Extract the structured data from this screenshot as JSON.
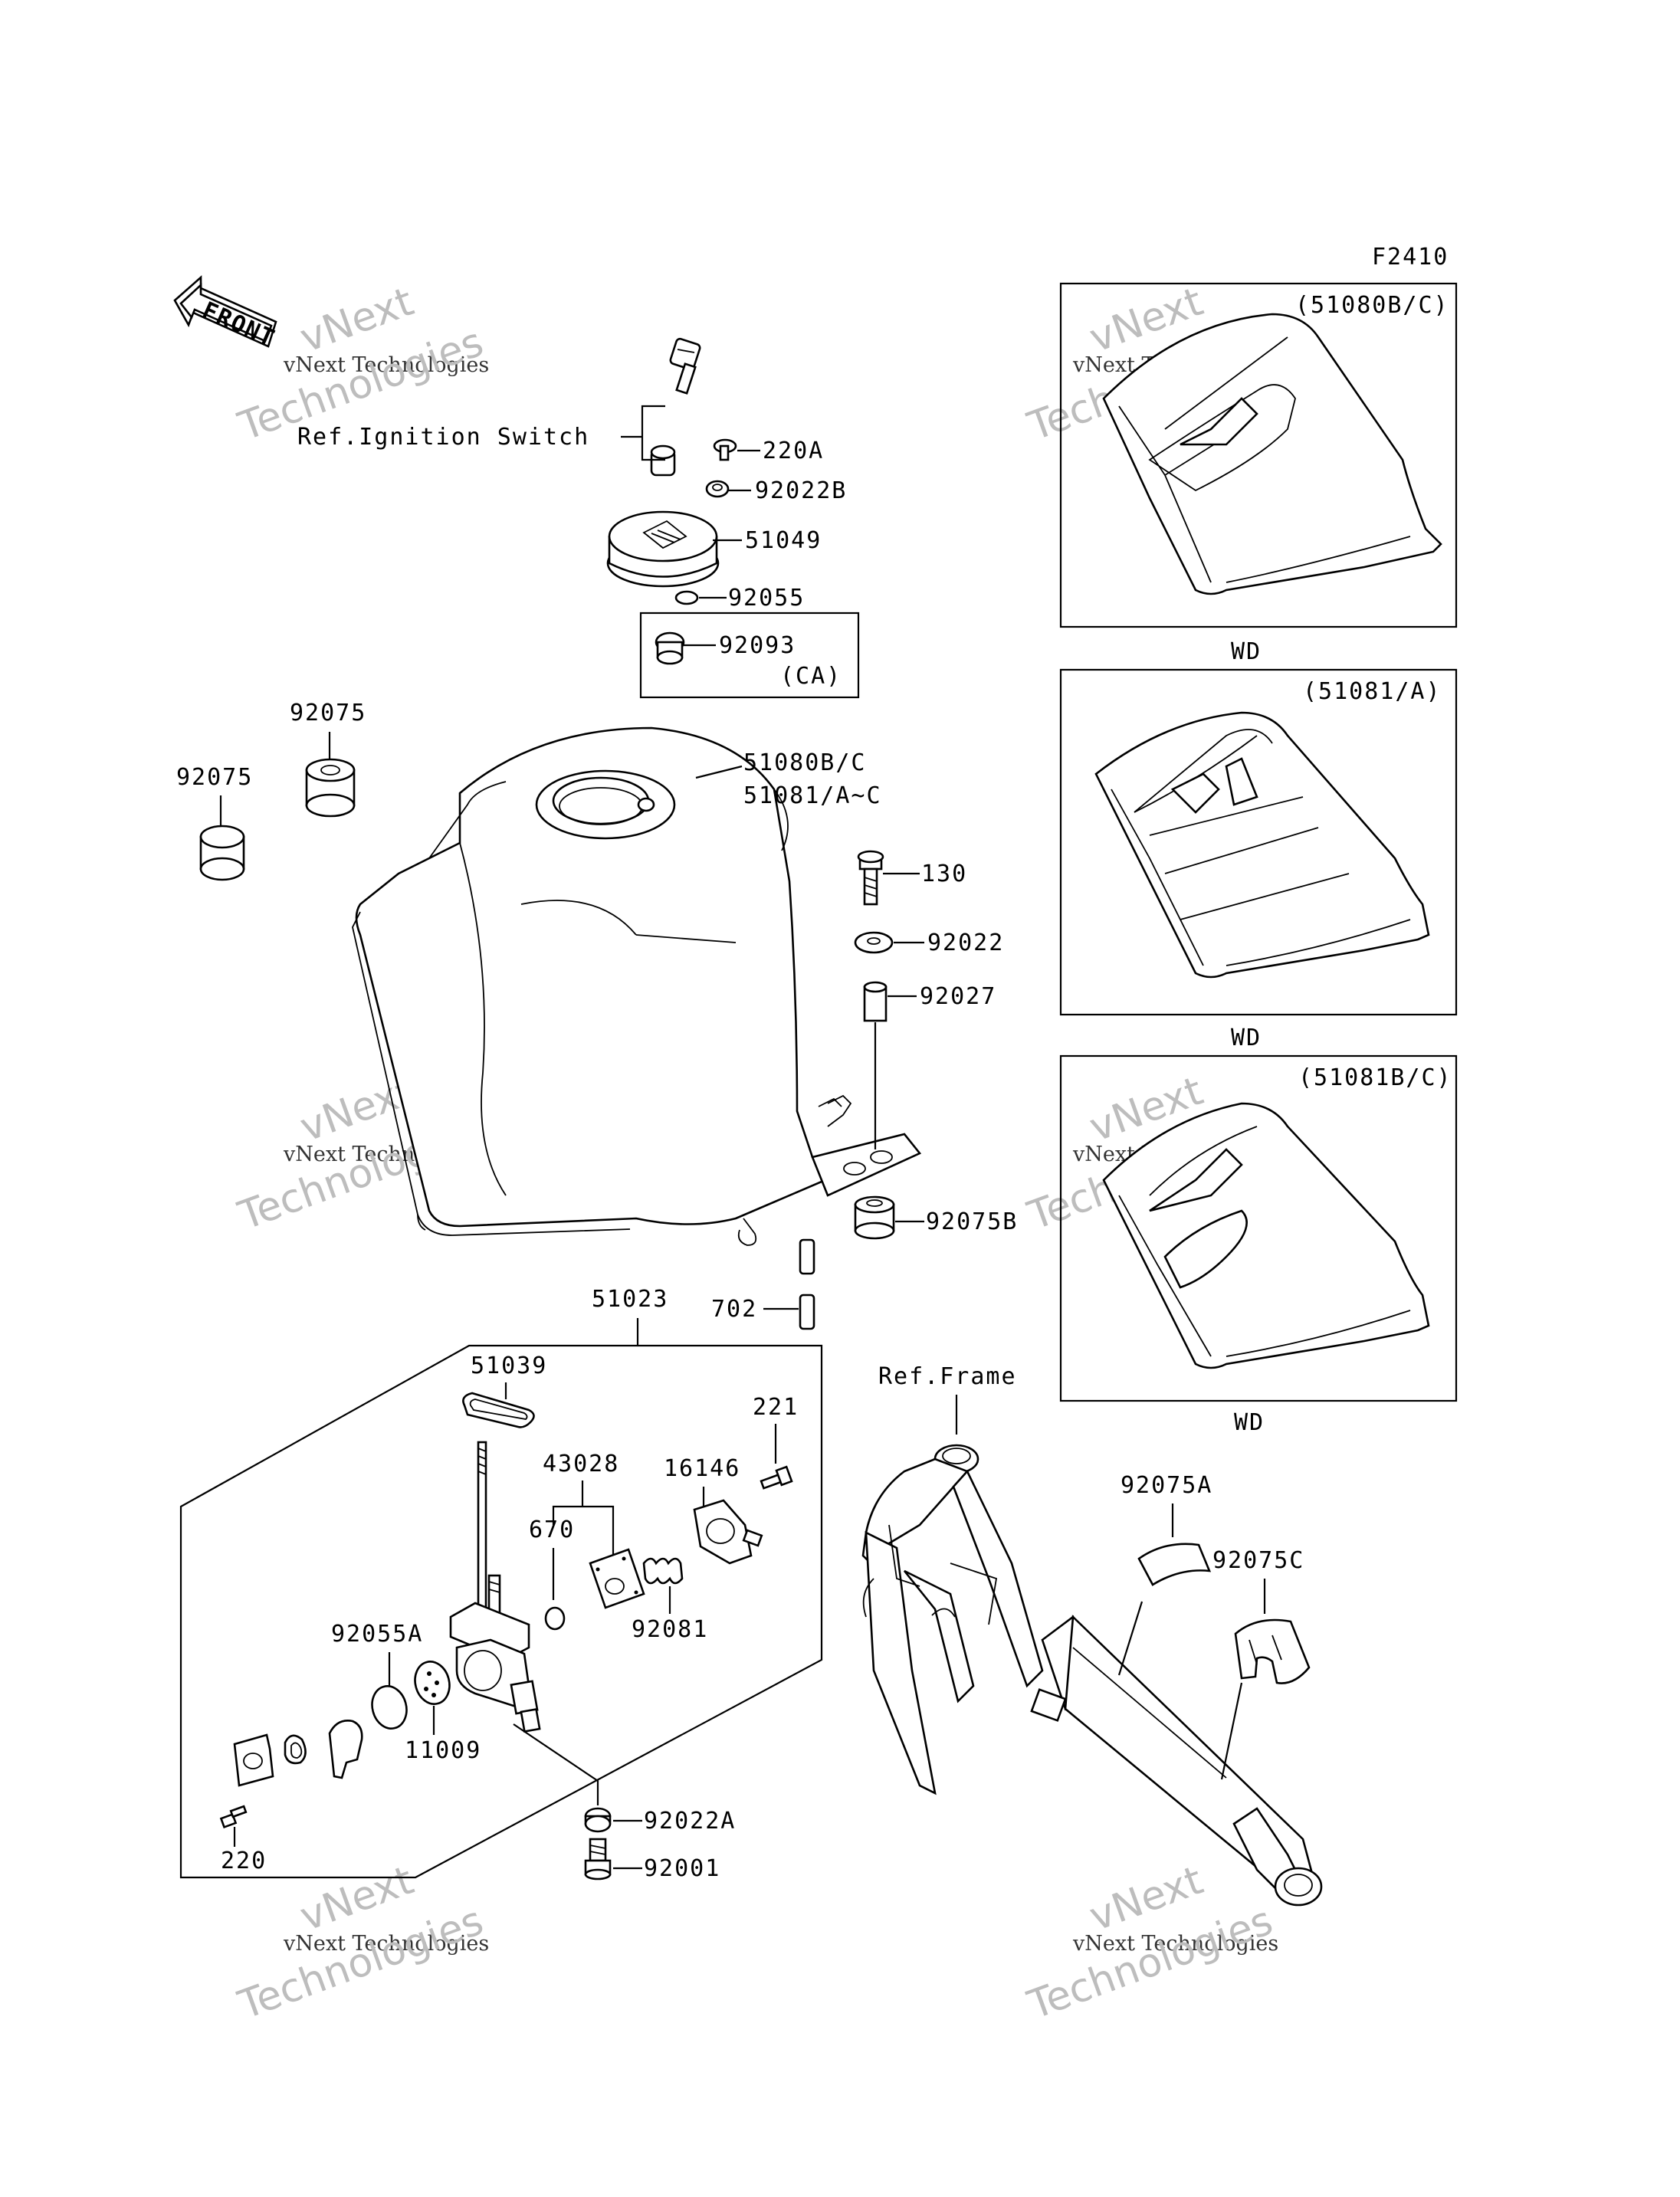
{
  "figure_code": "F2410",
  "front_arrow_label": "FRONT",
  "ref_labels": {
    "ignition": "Ref.Ignition Switch",
    "frame": "Ref.Frame"
  },
  "part_labels": {
    "p220A": "220A",
    "p92022B": "92022B",
    "p51049": "51049",
    "p92055": "92055",
    "p92093": "92093",
    "ca": "(CA)",
    "p92075_top": "92075",
    "p92075_left": "92075",
    "tank_line1": "51080B/C",
    "tank_line2": "51081/A~C",
    "p130": "130",
    "p92022": "92022",
    "p92027": "92027",
    "p92075B": "92075B",
    "p702": "702",
    "p51023": "51023",
    "p51039": "51039",
    "p221": "221",
    "p16146": "16146",
    "p43028": "43028",
    "p670": "670",
    "p92055A": "92055A",
    "p92081": "92081",
    "p11009": "11009",
    "p92022A": "92022A",
    "p220": "220",
    "p92001": "92001",
    "p92075A": "92075A",
    "p92075C": "92075C"
  },
  "variant_panels": [
    {
      "code": "(51080B/C)",
      "caption": "WD"
    },
    {
      "code": "(51081/A)",
      "caption": "WD"
    },
    {
      "code": "(51081B/C)",
      "caption": "WD"
    }
  ],
  "watermark": {
    "line1": "vNext",
    "line2": "vNext Technologies",
    "line3": "Technologies"
  }
}
